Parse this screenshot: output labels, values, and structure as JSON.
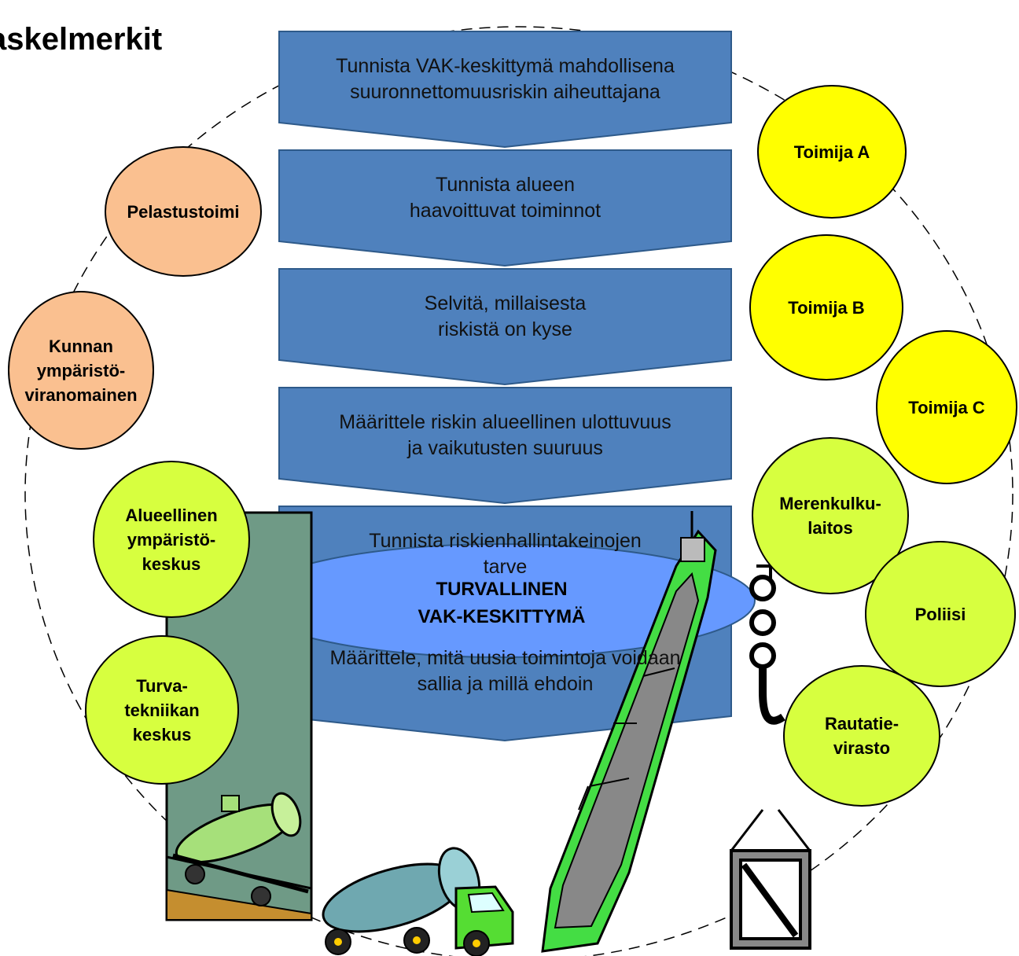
{
  "title": "askelmerkit",
  "steps": [
    {
      "text": "Tunnista VAK-keskittymä mahdollisena\nsuuronnettomuusriskin aiheuttajana"
    },
    {
      "text": "Tunnista alueen\nhaavoittuvat toiminnot"
    },
    {
      "text": "Selvitä, millaisesta\nriskistä on kyse"
    },
    {
      "text": "Määrittele riskin  alueellinen ulottuvuus\nja vaikutusten suuruus"
    },
    {
      "text": "Tunnista riskienhallintakeinojen\ntarve"
    },
    {
      "text": "Määrittele, mitä uusia toimintoja voidaan\nsallia ja millä ehdoin"
    }
  ],
  "actors": [
    {
      "id": "pelastustoimi",
      "label": "Pelastustoimi",
      "group": "rescue"
    },
    {
      "id": "kunnan",
      "label": "Kunnan\nympäristö-\nviranomainen",
      "group": "rescue"
    },
    {
      "id": "alueellinen",
      "label": "Alueellinen\nympäristö-\nkeskus",
      "group": "authority"
    },
    {
      "id": "turva",
      "label": "Turva-\ntekniikan\nkeskus",
      "group": "authority"
    },
    {
      "id": "toimija-a",
      "label": "Toimija A",
      "group": "operator"
    },
    {
      "id": "toimija-b",
      "label": "Toimija B",
      "group": "operator"
    },
    {
      "id": "toimija-c",
      "label": "Toimija C",
      "group": "operator"
    },
    {
      "id": "merenkulku",
      "label": "Merenkulku-\nlaitos",
      "group": "authority"
    },
    {
      "id": "poliisi",
      "label": "Poliisi",
      "group": "authority"
    },
    {
      "id": "rautatie",
      "label": "Rautatie-\nvirasto",
      "group": "authority"
    }
  ],
  "goal": "TURVALLINEN\nVAK-KESKITTYMÄ",
  "colors": {
    "step_fill": "#4f81bd",
    "step_stroke": "#2e5a8a",
    "rescue": "#fac090",
    "operator": "#ffff00",
    "authority": "#d7ff3f",
    "goal": "#6699ff"
  },
  "transport_icons": [
    "rail-tank-car-icon",
    "tanker-truck-icon",
    "tanker-ship-icon",
    "crane-hook-crate-icon"
  ]
}
